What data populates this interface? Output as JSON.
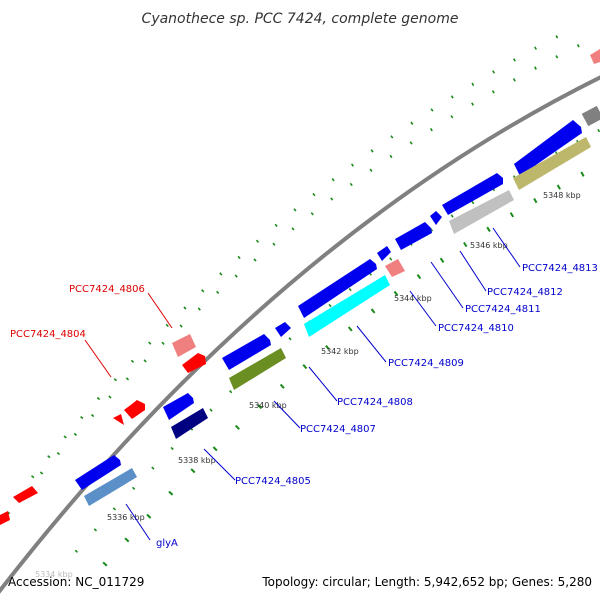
{
  "title": "Cyanothece sp. PCC 7424, complete genome",
  "footer": {
    "accession": "Accession: NC_011729",
    "topology": "Topology: circular; Length: 5,942,652 bp; Genes: 5,280"
  },
  "kbp_labels": [
    "5336 kbp",
    "5338 kbp",
    "5340 kbp",
    "5342 kbp",
    "5344 kbp",
    "5346 kbp",
    "5348 kbp"
  ],
  "gene_labels": [
    {
      "text": "glyA",
      "color": "#0000cc"
    },
    {
      "text": "PCC7424_4805",
      "color": "#0000cc"
    },
    {
      "text": "PCC7424_4807",
      "color": "#0000cc"
    },
    {
      "text": "PCC7424_4808",
      "color": "#0000cc"
    },
    {
      "text": "PCC7424_4809",
      "color": "#0000cc"
    },
    {
      "text": "PCC7424_4810",
      "color": "#0000cc"
    },
    {
      "text": "PCC7424_4811",
      "color": "#0000cc"
    },
    {
      "text": "PCC7424_4812",
      "color": "#0000cc"
    },
    {
      "text": "PCC7424_4813",
      "color": "#0000cc"
    },
    {
      "text": "PCC7424_4806",
      "color": "#dd0000"
    },
    {
      "text": "PCC7424_4804",
      "color": "#dd0000"
    }
  ],
  "colors": {
    "forward_gene": "#0000ee",
    "reverse_gene": "#ff0000",
    "pink_gene": "#f08080",
    "light_blue_gene": "#5a8fc8",
    "navy_gene": "#000080",
    "olive_gene": "#6b8e23",
    "cyan_gene": "#00ffff",
    "grey_gene": "#c0c0c0",
    "khaki_gene": "#bdb76b",
    "axis": "#808080",
    "tick": "#1a8a1a"
  }
}
